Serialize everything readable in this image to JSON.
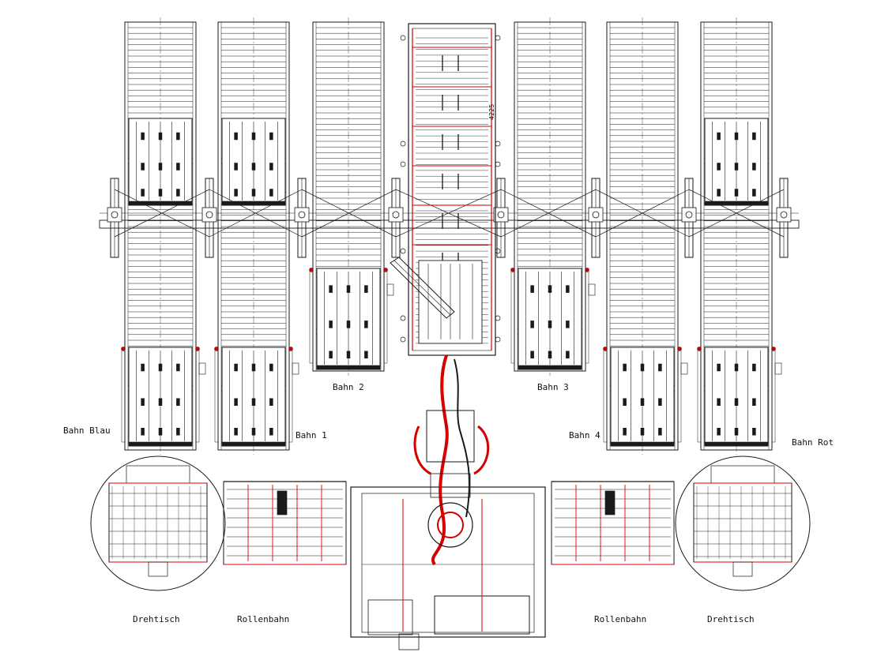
{
  "labels": {
    "bahn_blau": "Bahn Blau",
    "bahn_1": "Bahn 1",
    "bahn_2": "Bahn 2",
    "bahn_3": "Bahn 3",
    "bahn_4": "Bahn 4",
    "bahn_rot": "Bahn Rot",
    "drehtisch_left": "Drehtisch",
    "rollenbahn_left": "Rollenbahn",
    "rollenbahn_right": "Rollenbahn",
    "drehtisch_right": "Drehtisch",
    "dimension": "4225"
  },
  "colors": {
    "line": "#1a1a1a",
    "accent": "#d40000",
    "background": "#ffffff"
  }
}
